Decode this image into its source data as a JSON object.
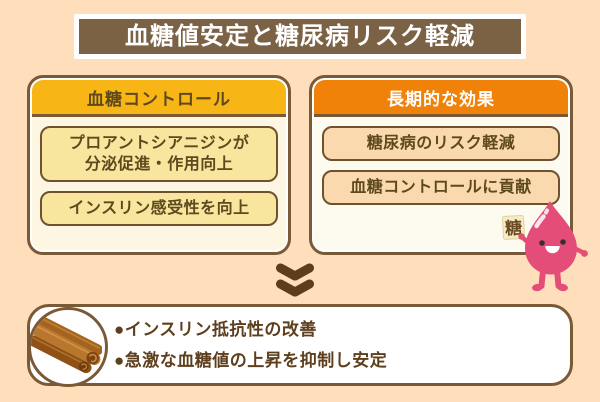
{
  "title": "血糖値安定と糖尿病リスク軽減",
  "left_panel": {
    "header": "血糖コントロール",
    "items": [
      {
        "lines": [
          "プロアントシアニジンが",
          "分泌促進・作用向上"
        ]
      },
      {
        "lines": [
          "インスリン感受性を向上"
        ]
      }
    ]
  },
  "right_panel": {
    "header": "長期的な効果",
    "items": [
      {
        "lines": [
          "糖尿病のリスク軽減"
        ]
      },
      {
        "lines": [
          "血糖コントロールに貢献"
        ]
      }
    ]
  },
  "mascot": {
    "badge": "糖"
  },
  "bottom_panel": {
    "bullets": [
      "●インスリン抵抗性の改善",
      "●急激な血糖値の上昇を抑制し安定"
    ]
  },
  "icons": {
    "chevron": "double-chevron-down",
    "mascot": "sugar-drop-character",
    "photo": "cinnamon-sticks"
  },
  "colors": {
    "background": "#ffdfbb",
    "title_bar": "#7b6245",
    "card_border": "#7a5a36",
    "left_header_bg": "#f8b616",
    "right_header_bg": "#f0820a",
    "left_item_bg": "#f8e69e",
    "right_item_bg": "#fbd9ae",
    "text_brown": "#5d491d",
    "chevron": "#5e3e1a",
    "mascot_pink": "#e34d78"
  }
}
